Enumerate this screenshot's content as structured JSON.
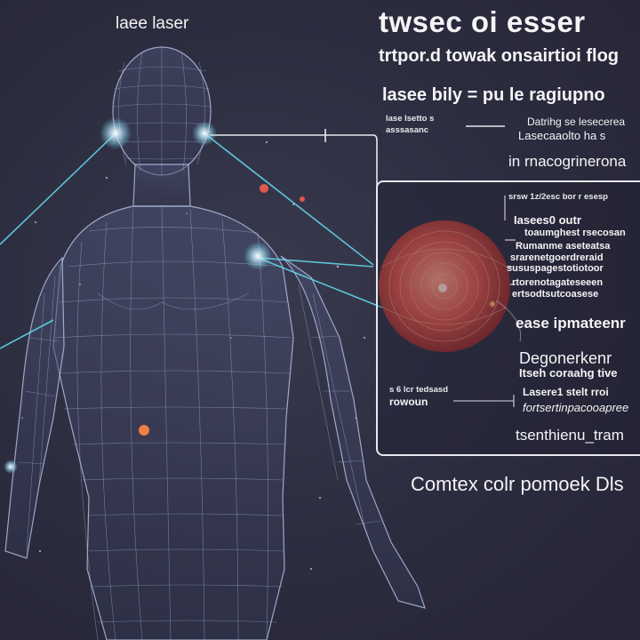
{
  "figure": {
    "label_top": "laee laser"
  },
  "header": {
    "title": "twsec oi esser",
    "subtitle": "trtpor.d towak onsairtioi flog",
    "line3": "lasee bily = pu le ragiupno",
    "small1": "lase lsetto s",
    "small2": "asssasanc",
    "right1": "Datrihg se lesecerea",
    "right2": "Lasecaaolto ha s",
    "line4": "in rnacogrinerona"
  },
  "panel": {
    "p1": "srsw 1z/2esc bor r esesp",
    "p2": "Iasees0 outr",
    "p3": "toaumghest rsecosan",
    "p4": "Rumanme aseteatsa",
    "p5": "srarenetgoerdreraid",
    "p6": "sususpagestotiotoor",
    "p7": "rtorenotagateseeen",
    "p8": "ertsodtsutcoasese",
    "line5": "ease ipmateenr",
    "line6": "Degonerkenr",
    "line7": "Itseh coraahg tive",
    "small3": "s 6 lcr tedsasd",
    "line8": "rowoun",
    "line9": "Lasere1 stelt rroi",
    "line10": "fortsertinpacooapree",
    "line11": "tsenthienu_tram"
  },
  "caption": "Comtex colr pomoek Dls",
  "colors": {
    "background": "#2c2c3f",
    "wireframe": "#a8b4d8",
    "laser": "#5fd6e8",
    "sphere": "#e0584c",
    "dot_orange": "#f08040",
    "text": "#f4f4f6"
  }
}
